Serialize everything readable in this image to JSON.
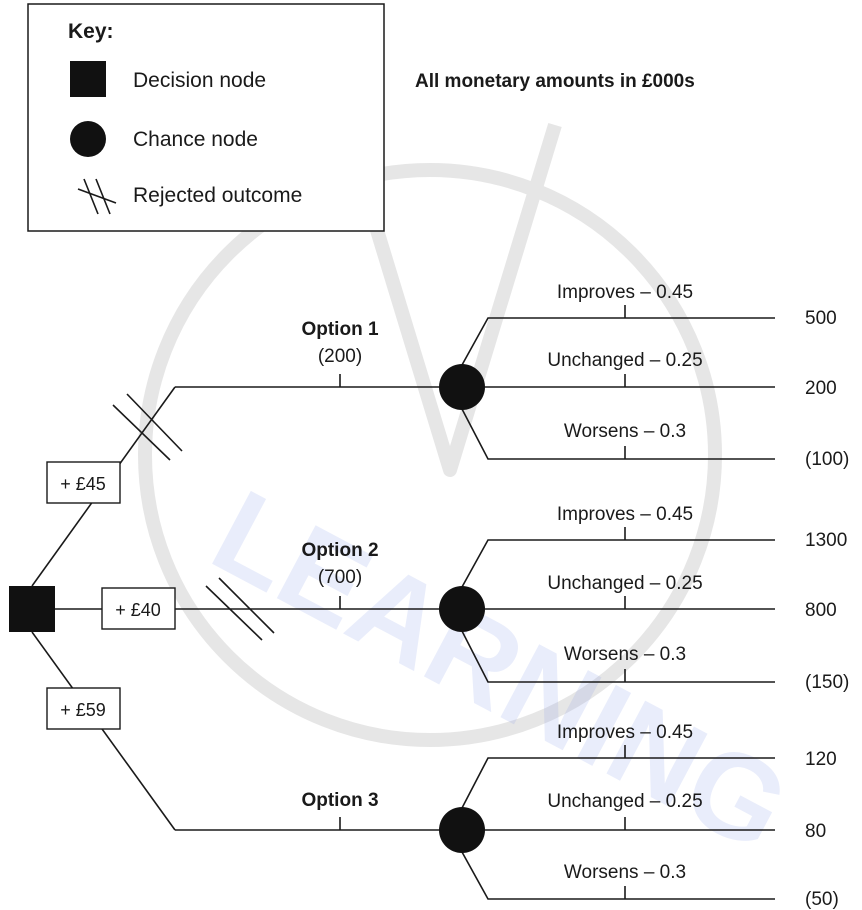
{
  "key": {
    "title": "Key:",
    "decision_node": "Decision node",
    "chance_node": "Chance node",
    "rejected_outcome": "Rejected outcome"
  },
  "note": "All monetary amounts in £000s",
  "decision": {
    "adjustments": [
      "+ £45",
      "+ £40",
      "+ £59"
    ]
  },
  "options": [
    {
      "label": "Option 1",
      "cost": "(200)",
      "rejected": true,
      "outcomes": [
        {
          "label": "Improves – 0.45",
          "value": "500"
        },
        {
          "label": "Unchanged – 0.25",
          "value": "200"
        },
        {
          "label": "Worsens – 0.3",
          "value": "(100)"
        }
      ]
    },
    {
      "label": "Option 2",
      "cost": "(700)",
      "rejected": true,
      "outcomes": [
        {
          "label": "Improves – 0.45",
          "value": "1300"
        },
        {
          "label": "Unchanged – 0.25",
          "value": "800"
        },
        {
          "label": "Worsens – 0.3",
          "value": "(150)"
        }
      ]
    },
    {
      "label": "Option 3",
      "cost": "",
      "rejected": false,
      "outcomes": [
        {
          "label": "Improves – 0.45",
          "value": "120"
        },
        {
          "label": "Unchanged – 0.25",
          "value": "80"
        },
        {
          "label": "Worsens – 0.3",
          "value": "(50)"
        }
      ]
    }
  ],
  "colors": {
    "ink": "#1a1a1a",
    "watermark_blue": "#2b4fd6",
    "watermark_gray": "#d2d2d2"
  }
}
